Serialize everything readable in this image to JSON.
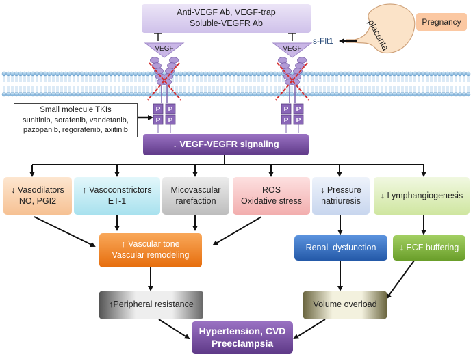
{
  "inhibitors": {
    "line1": "Anti-VEGF Ab, VEGF-trap",
    "line2": "Soluble-VEGFR Ab"
  },
  "pregnancy": {
    "label": "Pregnancy",
    "placenta_label": "placenta",
    "sflt1_label": "s-Flt1"
  },
  "receptor": {
    "vegf_label": "VEGF",
    "phospho_label": "P"
  },
  "tkis": {
    "title": "Small molecule TKIs",
    "line1": "sunitinib, sorafenib, vandetanib,",
    "line2": "pazopanib, regorafenib, axitinib"
  },
  "signaling": {
    "label": "↓ VEGF-VEGFR signaling"
  },
  "effects": [
    {
      "line1": "↓ Vasodilators",
      "line2": "NO, PGI2"
    },
    {
      "line1": "↑ Vasoconstrictors",
      "line2": "ET-1"
    },
    {
      "line1": "Micovascular",
      "line2": "rarefaction"
    },
    {
      "line1": "ROS",
      "line2": "Oxidative stress"
    },
    {
      "line1": "↓ Pressure",
      "line2": "natriuresis"
    },
    {
      "line1": "↓ Lymphangiogenesis",
      "line2": ""
    }
  ],
  "vascular": {
    "line1": "↑ Vascular tone",
    "line2": "Vascular remodeling"
  },
  "renal": {
    "label": "Renal  dysfunction"
  },
  "ecf": {
    "label": "↓ ECF buffering"
  },
  "peripheral": {
    "label": "↑Peripheral resistance"
  },
  "volume": {
    "label": "Volume overload"
  },
  "outcome": {
    "line1": "Hypertension, CVD",
    "line2": "Preeclampsia"
  },
  "colors": {
    "purple": "#7a4fa3",
    "lavender": "#d9cfee",
    "peach": "#fbd7b5",
    "light_blue": "#c9eef7",
    "gray": "#d4d4d4",
    "pink": "#f7c9c9",
    "pale_blue": "#dde6f5",
    "light_green": "#e4f2c4",
    "orange": "#f07f1e",
    "blue": "#2f6fc7",
    "green": "#7fb339",
    "olive": "#d8d5b5"
  }
}
